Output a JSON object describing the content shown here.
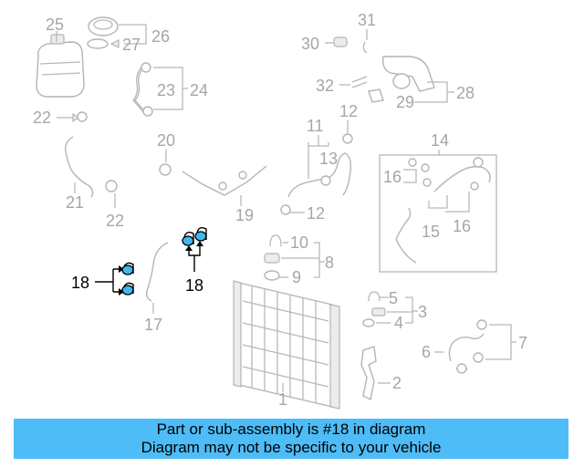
{
  "callouts": {
    "c1": "1",
    "c2": "2",
    "c3": "3",
    "c4": "4",
    "c5": "5",
    "c6": "6",
    "c7": "7",
    "c8": "8",
    "c9": "9",
    "c10": "10",
    "c11": "11",
    "c12a": "12",
    "c12b": "12",
    "c13": "13",
    "c14": "14",
    "c15": "15",
    "c16a": "16",
    "c16b": "16",
    "c17": "17",
    "c18a": "18",
    "c18b": "18",
    "c19": "19",
    "c20": "20",
    "c21": "21",
    "c22a": "22",
    "c22b": "22",
    "c23": "23",
    "c24": "24",
    "c25": "25",
    "c26": "26",
    "c27": "27",
    "c28": "28",
    "c29": "29",
    "c30": "30",
    "c31": "31",
    "c32": "32"
  },
  "highlight": {
    "part_number": "18",
    "color": "#3fb8f0"
  },
  "banner": {
    "line1": "Part or sub-assembly is #18 in diagram",
    "line2": "Diagram may not be specific to your vehicle",
    "background": "#4dbcf7"
  }
}
